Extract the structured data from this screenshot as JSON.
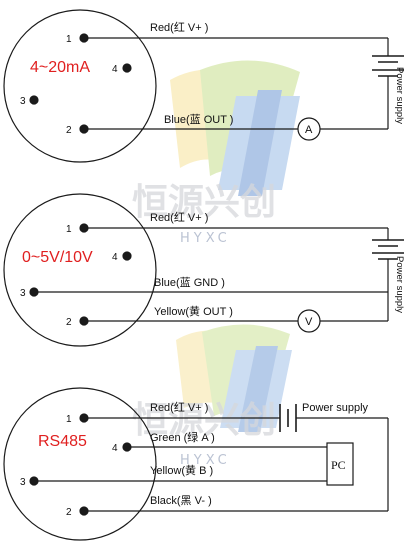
{
  "watermark": {
    "cn": "恒源兴创",
    "en": "HYXC"
  },
  "diagrams": [
    {
      "range": "4~20mA",
      "pins": [
        "1",
        "4",
        "3",
        "2"
      ],
      "wire1": "Red(红 V+ )",
      "wire2": "Blue(蓝 OUT )",
      "supply": "Power supply",
      "meter": "A"
    },
    {
      "range": "0~5V/10V",
      "pins": [
        "1",
        "4",
        "3",
        "2"
      ],
      "wire1": "Red(红 V+ )",
      "wire3": "Blue(蓝 GND )",
      "wire2": "Yellow(黄 OUT )",
      "supply": "Power supply",
      "meter": "V"
    },
    {
      "range": "RS485",
      "pins": [
        "1",
        "4",
        "3",
        "2"
      ],
      "wire1": "Red(红 V+ )",
      "wire4": "Green (绿 A )",
      "wire3": "Yellow(黄 B )",
      "wire2": "Black(黑 V- )",
      "supply": "Power supply",
      "pc": "PC"
    }
  ],
  "colors": {
    "range_text": "#e02020",
    "line": "#1a1a1a",
    "watermark_logo_blue": "#7fa4d8",
    "watermark_logo_green": "#b6d66a",
    "watermark_logo_yellow": "#f3d66b"
  }
}
